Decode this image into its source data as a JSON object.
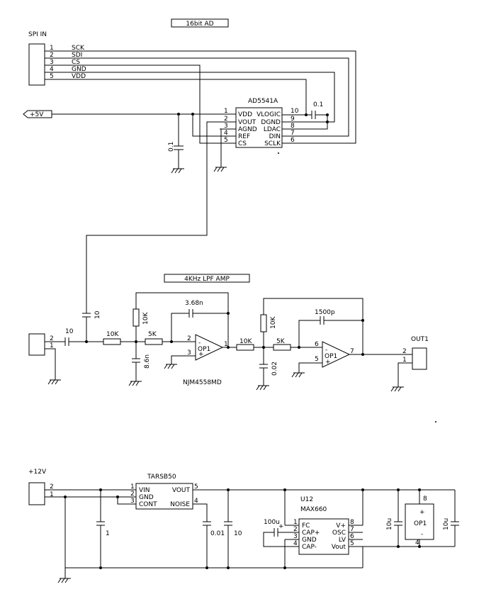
{
  "titles": {
    "dac": "16bit AD",
    "amp": "4KHz LPF AMP"
  },
  "spi": {
    "title": "SPI IN",
    "pins": [
      {
        "num": "1",
        "name": "SCK"
      },
      {
        "num": "2",
        "name": "SDI"
      },
      {
        "num": "3",
        "name": "CS"
      },
      {
        "num": "4",
        "name": "GND"
      },
      {
        "num": "5",
        "name": "VDD"
      }
    ]
  },
  "supply_5v": "+5V",
  "dac_chip": {
    "name": "AD5541A",
    "left_pins": [
      {
        "num": "1",
        "name": "VDD"
      },
      {
        "num": "2",
        "name": "VOUT"
      },
      {
        "num": "3",
        "name": "AGND"
      },
      {
        "num": "4",
        "name": "REF"
      },
      {
        "num": "5",
        "name": "CS"
      }
    ],
    "right_pins": [
      {
        "num": "10",
        "name": "VLOGIC"
      },
      {
        "num": "9",
        "name": "DGND"
      },
      {
        "num": "8",
        "name": "LDAC"
      },
      {
        "num": "7",
        "name": "DIN"
      },
      {
        "num": "6",
        "name": "SCLK"
      }
    ]
  },
  "caps_top": {
    "decoupling": "0.1",
    "vlogic": "0.1"
  },
  "amp": {
    "cin": "10",
    "cin2": "10",
    "r1": "10K",
    "r2": "5K",
    "r_bias1": "10K",
    "c_gnd1": "8.6n",
    "c_fb1": "3.68n",
    "op1_label": "OP1",
    "op1_out_pin": "1",
    "op1_inv_pin": "2",
    "op1_noninv_pin": "3",
    "op_part": "NJM4558MD",
    "r3": "10K",
    "r4": "5K",
    "r_bias2": "10K",
    "c_gnd2": "0.02",
    "c_fb2": "1500p",
    "op2_label": "OP1",
    "op2_out_pin": "7",
    "op2_inv_pin": "6",
    "op2_noninv_pin": "5",
    "in_pins": [
      "2",
      "1"
    ],
    "out_name": "OUT1",
    "out_pins": [
      "2",
      "1"
    ]
  },
  "power": {
    "supply": "+12V",
    "in_pins": [
      "2",
      "1"
    ],
    "reg_name": "TARSB50",
    "reg_left": [
      {
        "num": "1",
        "name": "VIN"
      },
      {
        "num": "2",
        "name": "GND"
      },
      {
        "num": "3",
        "name": "CONT"
      }
    ],
    "reg_right": [
      {
        "num": "5",
        "name": "VOUT"
      },
      {
        "num": "4",
        "name": "NOISE"
      }
    ],
    "c_in": "1",
    "c_noise": "0.01",
    "c_out": "10",
    "inv_ref": "U12",
    "inv_name": "MAX660",
    "inv_left": [
      {
        "num": "1",
        "name": "FC"
      },
      {
        "num": "2",
        "name": "CAP+"
      },
      {
        "num": "3",
        "name": "GND"
      },
      {
        "num": "4",
        "name": "CAP-"
      }
    ],
    "inv_right": [
      {
        "num": "8",
        "name": "V+"
      },
      {
        "num": "7",
        "name": "OSC"
      },
      {
        "num": "6",
        "name": "LV"
      },
      {
        "num": "5",
        "name": "Vout"
      }
    ],
    "c_pump": "100u",
    "c_bypass_left": "10u",
    "c_bypass_right": "10u",
    "op_supply_label": "OP1",
    "op_supply_top_pin": "8",
    "op_supply_bottom_pin": "4",
    "op_plus_sign": "+",
    "op_minus_sign": "-"
  }
}
